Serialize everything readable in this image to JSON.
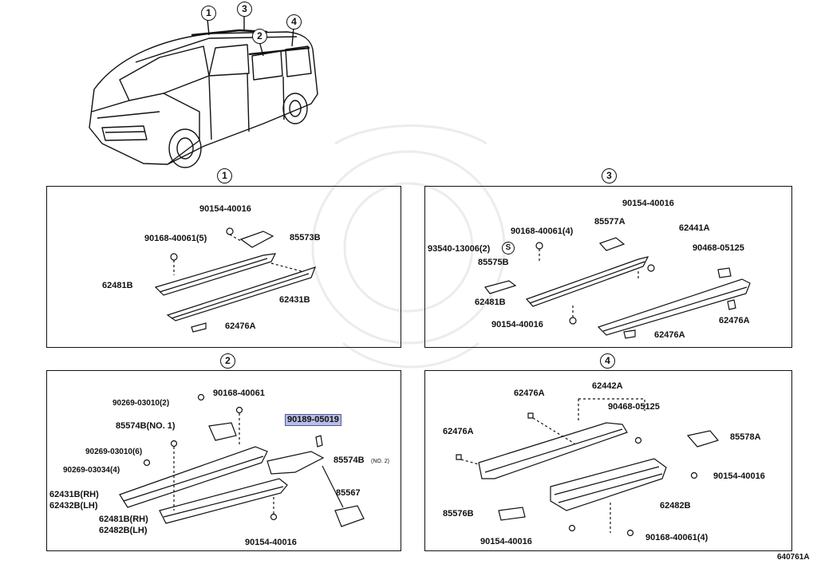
{
  "overview": {
    "callouts": [
      "1",
      "3",
      "2",
      "4"
    ]
  },
  "panels": [
    {
      "id": "1",
      "labels": [
        "90154-40016",
        "90168-40061(5)",
        "85573B",
        "62481B",
        "62431B",
        "62476A"
      ]
    },
    {
      "id": "3",
      "labels": [
        "90154-40016",
        "90168-40061(4)",
        "85577A",
        "62441A",
        "93540-13006(2)",
        "S",
        "90468-05125",
        "85575B",
        "62481B",
        "90154-40016",
        "62476A",
        "62476A"
      ]
    },
    {
      "id": "2",
      "labels": [
        "90269-03010(2)",
        "90168-40061",
        "90189-05019",
        "85574B(NO. 1)",
        "90269-03010(6)",
        "85574B",
        "(NO. 2)",
        "90269-03034(4)",
        "85567",
        "62431B(RH)",
        "62432B(LH)",
        "62481B(RH)",
        "62482B(LH)",
        "90154-40016"
      ]
    },
    {
      "id": "4",
      "labels": [
        "62476A",
        "62442A",
        "90468-05125",
        "62476A",
        "85578A",
        "90154-40016",
        "62482B",
        "85576B",
        "90154-40016",
        "90168-40061(4)"
      ]
    }
  ],
  "highlighted_part": "90189-05019",
  "figure_code": "640761A"
}
